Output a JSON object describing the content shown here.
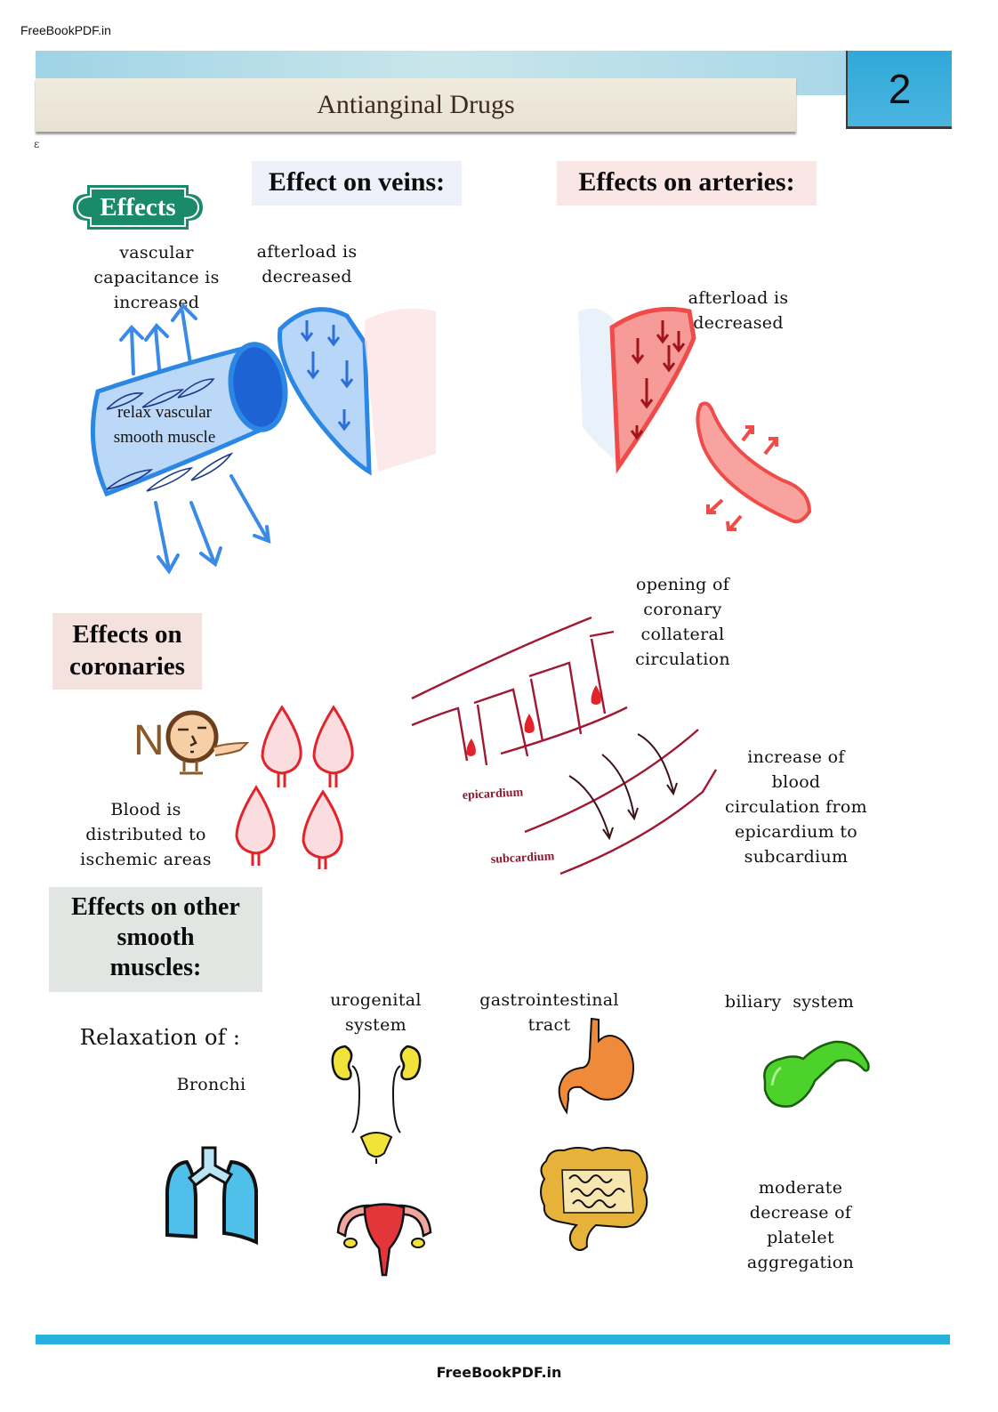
{
  "watermark": {
    "top": "FreeBookPDF.in",
    "bottom": "FreeBookPDF.in"
  },
  "header": {
    "title": "Antianginal Drugs",
    "chapter_number": "2",
    "stray_mark": "ɛ"
  },
  "effects_badge": {
    "label": "Effects",
    "color": "#1a8a6a"
  },
  "veins": {
    "heading": "Effect on veins:",
    "caption_capacitance": [
      "vascular",
      "capacitance is",
      "increased"
    ],
    "caption_afterload": [
      "afterload is",
      "decreased"
    ],
    "caption_relax": [
      "relax vascular",
      "smooth muscle"
    ],
    "color": "#2f86e0"
  },
  "arteries": {
    "heading": "Effects on arteries:",
    "caption_afterload": [
      "afterload is",
      "decreased"
    ],
    "color": "#ef5350"
  },
  "coronaries": {
    "heading": [
      "Effects on",
      "coronaries"
    ],
    "caption_blood": [
      "Blood is",
      "distributed to",
      "ischemic areas"
    ],
    "caption_collateral": [
      "opening of",
      "coronary",
      "collateral",
      "circulation"
    ],
    "caption_circulation": [
      "increase of",
      "blood",
      "circulation from",
      "epicardium to",
      "subcardium"
    ],
    "label_epicardium": "epicardium",
    "label_subcardium": "subcardium",
    "no_character_letter": "N",
    "vessel_color": "#a01832"
  },
  "other_smooth_muscles": {
    "heading": [
      "Effects on other",
      "smooth",
      "muscles:"
    ],
    "relaxation_label": "Relaxation of :",
    "items": [
      {
        "label": [
          "Bronchi"
        ],
        "icon": "lungs-icon"
      },
      {
        "label": [
          "urogenital",
          "system"
        ],
        "icon": "kidneys-bladder-icon"
      },
      {
        "label": [
          "gastrointestinal",
          "tract"
        ],
        "icon": "stomach-icon"
      },
      {
        "label": [
          "biliary  system"
        ],
        "icon": "gallbladder-icon"
      }
    ],
    "platelet_caption": [
      "moderate",
      "decrease of",
      "platelet",
      "aggregation"
    ]
  },
  "footer": {
    "bar_color": "#29b1de"
  }
}
